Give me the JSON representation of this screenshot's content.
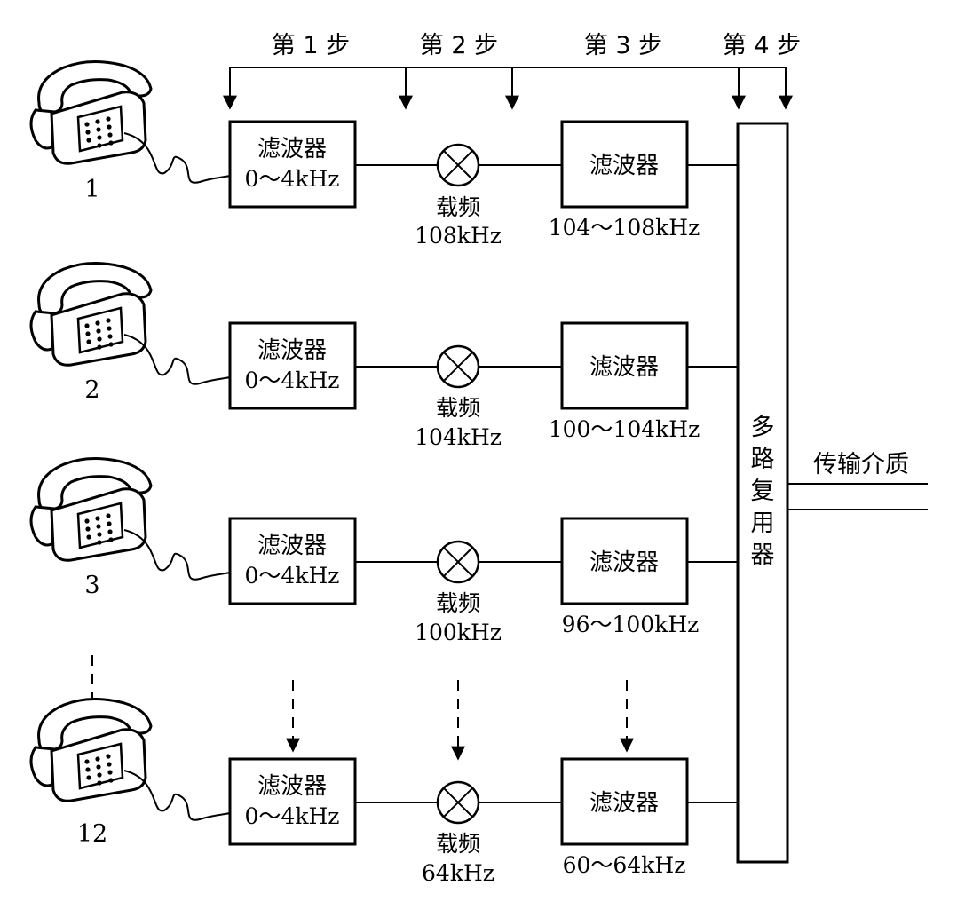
{
  "steps": [
    "第 1 步",
    "第 2 步",
    "第 3 步",
    "第 4 步"
  ],
  "channels": [
    {
      "id": "1",
      "filter1_label": "滤波器",
      "filter1_range": "0～4kHz",
      "carrier_label": "载频",
      "carrier_freq": "108kHz",
      "filter2_label": "滤波器",
      "filter2_range": "104～108kHz"
    },
    {
      "id": "2",
      "filter1_label": "滤波器",
      "filter1_range": "0～4kHz",
      "carrier_label": "载频",
      "carrier_freq": "104kHz",
      "filter2_label": "滤波器",
      "filter2_range": "100～104kHz"
    },
    {
      "id": "3",
      "filter1_label": "滤波器",
      "filter1_range": "0～4kHz",
      "carrier_label": "载频",
      "carrier_freq": "100kHz",
      "filter2_label": "滤波器",
      "filter2_range": "96～100kHz"
    },
    {
      "id": "12",
      "filter1_label": "滤波器",
      "filter1_range": "0～4kHz",
      "carrier_label": "载频",
      "carrier_freq": "64kHz",
      "filter2_label": "滤波器",
      "filter2_range": "60～64kHz"
    }
  ],
  "multiplexer": [
    "多",
    "路",
    "复",
    "用",
    "器"
  ],
  "medium_label": "传输介质",
  "colors": {
    "ink": "#000000",
    "background": "#ffffff"
  },
  "icons": {
    "telephone": "telephone-icon",
    "mixer": "mixer-circle-x-icon"
  }
}
